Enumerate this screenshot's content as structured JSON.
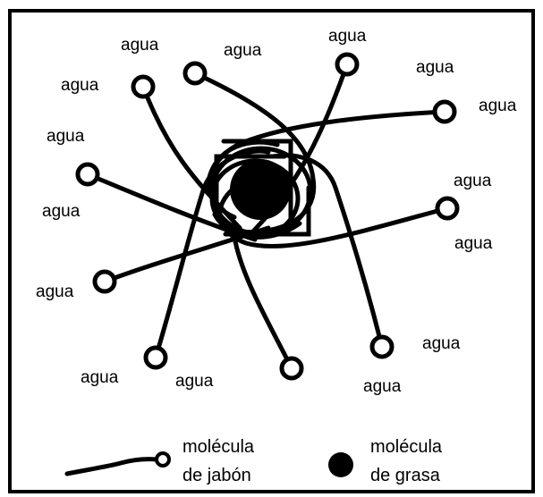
{
  "colors": {
    "background": "#ffffff",
    "ink": "#000000"
  },
  "water_label": "agua",
  "legend": {
    "soap_label_line1": "molécula",
    "soap_label_line2": "de jabón",
    "grease_label_line1": "molécula",
    "grease_label_line2": "de grasa"
  }
}
